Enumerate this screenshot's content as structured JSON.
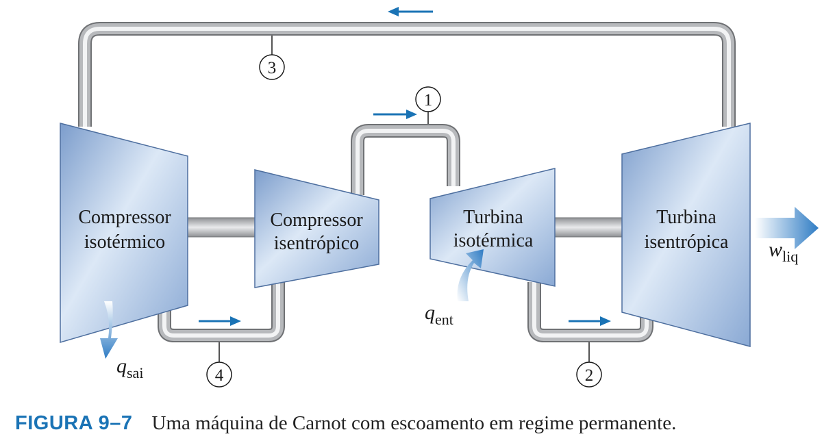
{
  "components": {
    "iso_compressor": {
      "line1": "Compressor",
      "line2": "isotérmico"
    },
    "isen_compressor": {
      "line1": "Compressor",
      "line2": "isentrópico"
    },
    "iso_turbine": {
      "line1": "Turbina",
      "line2": "isotérmica"
    },
    "isen_turbine": {
      "line1": "Turbina",
      "line2": "isentrópica"
    }
  },
  "states": [
    "1",
    "2",
    "3",
    "4"
  ],
  "heat": {
    "out": {
      "symbol": "q",
      "subscript": "sai"
    },
    "in": {
      "symbol": "q",
      "subscript": "ent"
    }
  },
  "work": {
    "symbol": "w",
    "subscript": "liq"
  },
  "caption": {
    "label": "FIGURA 9–7",
    "text": "Uma máquina de Carnot com escoamento em regime permanente."
  },
  "colors": {
    "flow_arrow": "#1a73b5",
    "caption_label": "#1a73b5",
    "device_fill_light": "#dce8f6",
    "device_fill_dark": "#7c9dcc",
    "pipe": "#a8aaad"
  }
}
